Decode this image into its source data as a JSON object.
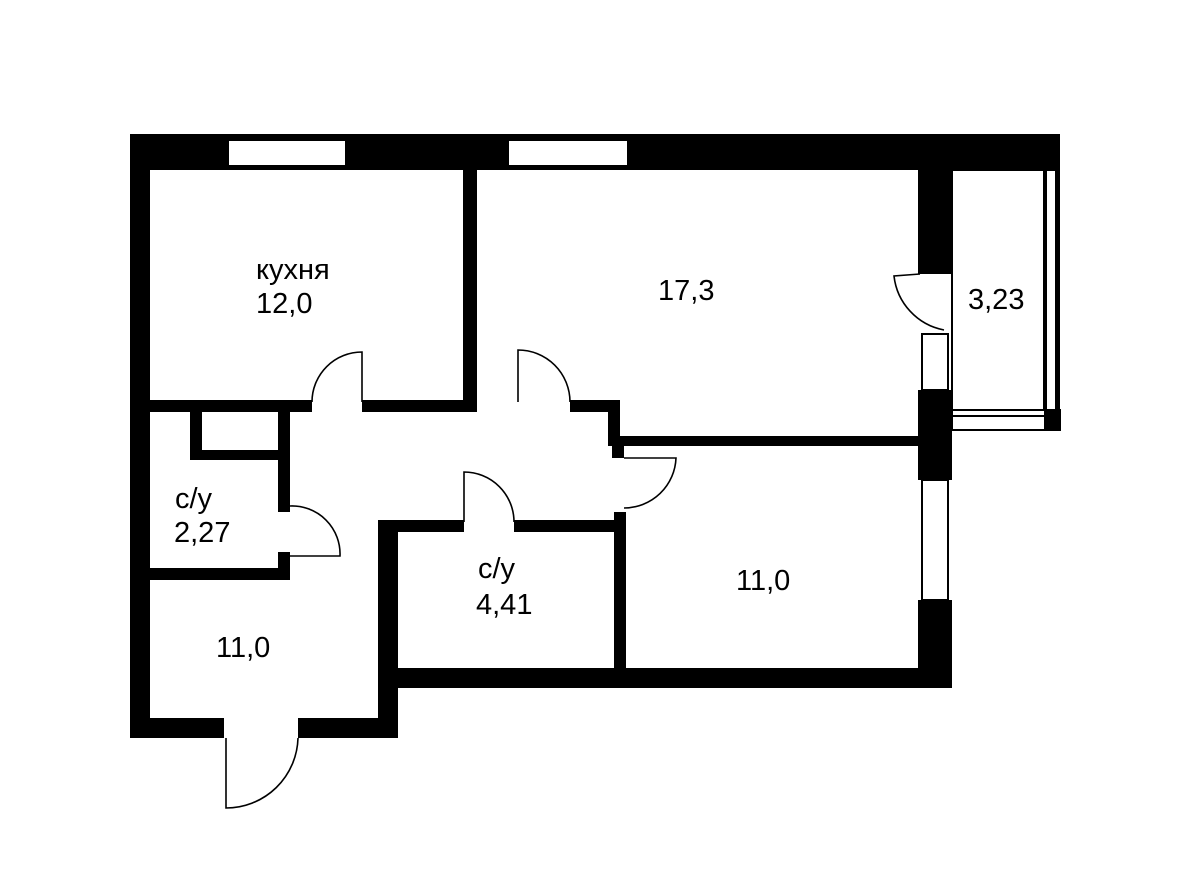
{
  "rooms": {
    "kitchen": {
      "name": "кухня",
      "area": "12,0"
    },
    "living_room": {
      "area": "17,3"
    },
    "balcony": {
      "area": "3,23"
    },
    "bathroom_small": {
      "name": "с/у",
      "area": "2,27"
    },
    "bathroom_large": {
      "name": "с/у",
      "area": "4,41"
    },
    "bedroom": {
      "area": "11,0"
    },
    "hallway": {
      "area": "11,0"
    }
  }
}
